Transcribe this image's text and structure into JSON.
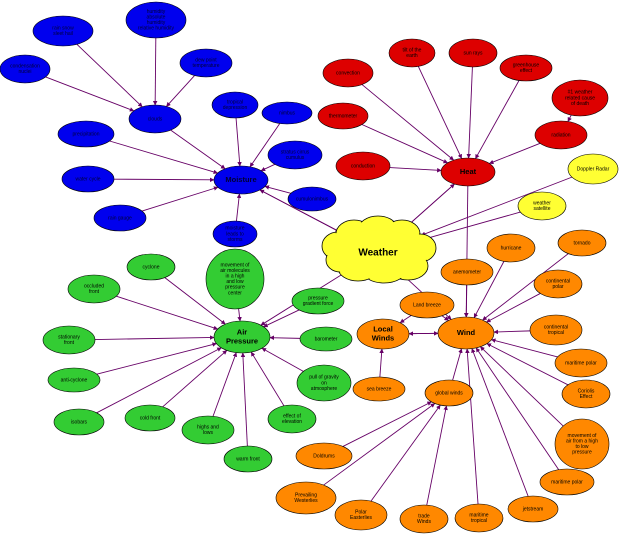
{
  "colors": {
    "water": "#0000ee",
    "heat": "#dd0000",
    "wind": "#ff8800",
    "pressure": "#33cc33",
    "center": "#ffff33",
    "link": "#660066",
    "outline": "#000000"
  },
  "center": {
    "label": "Weather"
  },
  "hubs": {
    "moisture": "Moisture",
    "heat": "Heat",
    "wind": "Wind",
    "air_pressure": [
      "Air",
      "Pressure"
    ],
    "global_winds": "global winds",
    "local_winds": [
      "Local",
      "Winds"
    ]
  },
  "nodes": {
    "n_top1": [
      "rain snow",
      "sleet hail"
    ],
    "n_top2": [
      "humidity",
      "absolute",
      "humidity",
      "relative humidity"
    ],
    "n_top3": [
      "dew point",
      "temperature"
    ],
    "n_top4": [
      "condensation",
      "nuclei"
    ],
    "n_clouds": [
      "clouds"
    ],
    "n_precip": [
      "precipitation"
    ],
    "n_water_cycle": [
      "water cycle"
    ],
    "n_tropical": [
      "tropical",
      "depression"
    ],
    "n_nimbus": [
      "nimbus"
    ],
    "n_cirrus": [
      "stratus cirrus",
      "cumulus"
    ],
    "n_rain_gauge": [
      "rain gauge"
    ],
    "n_cumulo": [
      "cumulonimbus"
    ],
    "n_fronts": [
      "moisture",
      "leads to",
      "storms"
    ],
    "n_convection": [
      "convection"
    ],
    "n_tilt": [
      "tilt of the",
      "earth"
    ],
    "n_sunlight": [
      "sun rays"
    ],
    "n_greenhouse": [
      "greenhouse",
      "effect"
    ],
    "n_thermometer": [
      "thermometer"
    ],
    "n_weather_deaths": [
      "#1 weather",
      "related cause",
      "of death"
    ],
    "n_radiation": [
      "radiation"
    ],
    "n_conduction": [
      "conduction"
    ],
    "n_doppler": [
      "Doppler Radar"
    ],
    "n_satellite": [
      "weather",
      "satellite"
    ],
    "n_tornado": [
      "tornado"
    ],
    "n_hurricane": [
      "hurricane"
    ],
    "n_anemometer": [
      "anemometer"
    ],
    "n_continental_polar": [
      "continental",
      "polar"
    ],
    "n_land_breeze": [
      "Land breeze"
    ],
    "n_continental_tropical": [
      "continental",
      "tropical"
    ],
    "n_maritime_polar": [
      "maritime polar"
    ],
    "n_coriolis": [
      "Coriolis",
      "Effect"
    ],
    "n_sea_breeze": [
      "sea breeze"
    ],
    "n_movement_air": [
      "movement of",
      "air from a high",
      "to low",
      "pressure"
    ],
    "n_maritime_polar2": [
      "maritime polar"
    ],
    "n_doldrums": [
      "Doldrums"
    ],
    "n_prevailing": [
      "Prevailing",
      "Westerlies"
    ],
    "n_polar_easterlies": [
      "Polar",
      "Easterlies"
    ],
    "n_trade_winds": [
      "trade",
      "Winds"
    ],
    "n_maritime_tropical": [
      "maritime",
      "tropical"
    ],
    "n_jetstream": [
      "jetstream"
    ],
    "n_cyclone": [
      "cyclone"
    ],
    "n_movement_molecules": [
      "movement of",
      "air molecules",
      "in a high",
      "and low",
      "pressure",
      "center"
    ],
    "n_occluded": [
      "occluded",
      "front"
    ],
    "n_gradient": [
      "pressure",
      "gradient force"
    ],
    "n_stationary": [
      "stationary",
      "front"
    ],
    "n_barometer": [
      "barometer"
    ],
    "n_anticyclone": [
      "anti-cyclone"
    ],
    "n_gravity": [
      "pull of gravity",
      "on",
      "atmosphere"
    ],
    "n_isobars": [
      "isobars"
    ],
    "n_cold_front": [
      "cold front"
    ],
    "n_highs_lows": [
      "highs and",
      "lows"
    ],
    "n_elevation": [
      "effect of",
      "elevation"
    ],
    "n_warm_front": [
      "warm front"
    ]
  }
}
